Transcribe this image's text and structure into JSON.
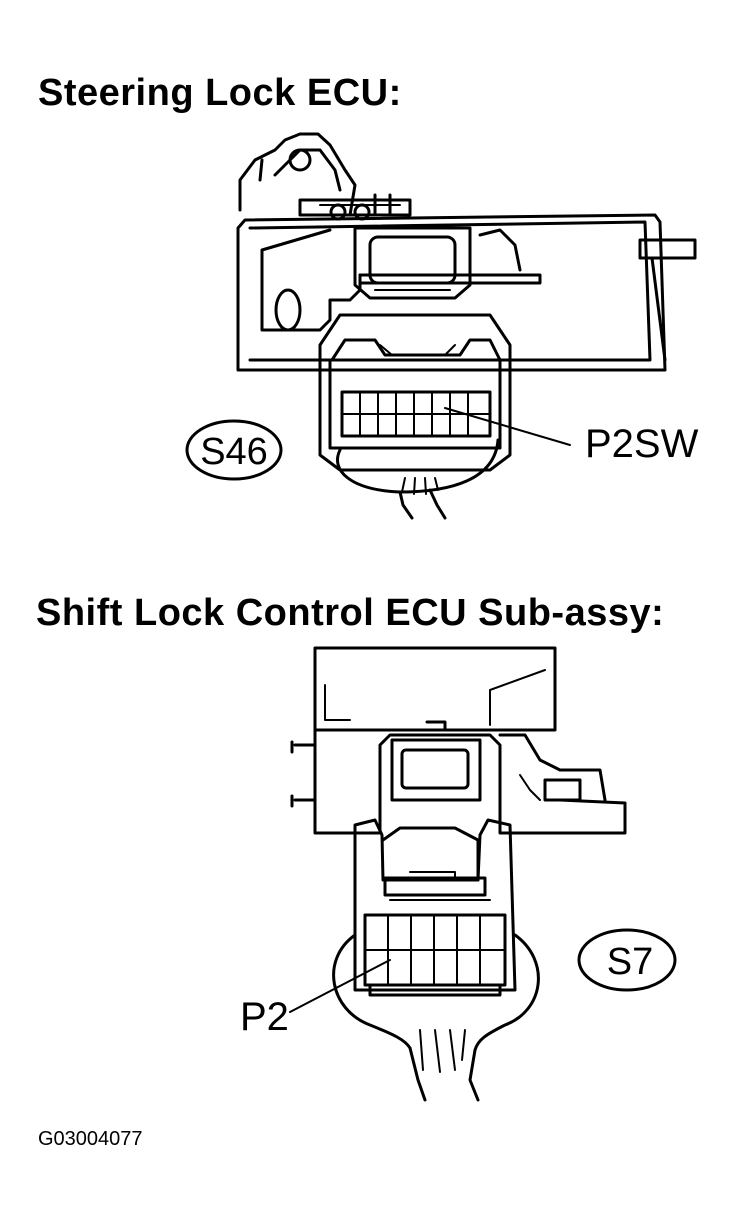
{
  "sections": {
    "steering": {
      "title": "Steering Lock ECU:",
      "connector_badge": "S46",
      "terminal_label": "P2SW"
    },
    "shift": {
      "title": "Shift Lock Control ECU Sub-assy:",
      "connector_badge": "S7",
      "terminal_label": "P2"
    }
  },
  "figure_code": "G03004077"
}
